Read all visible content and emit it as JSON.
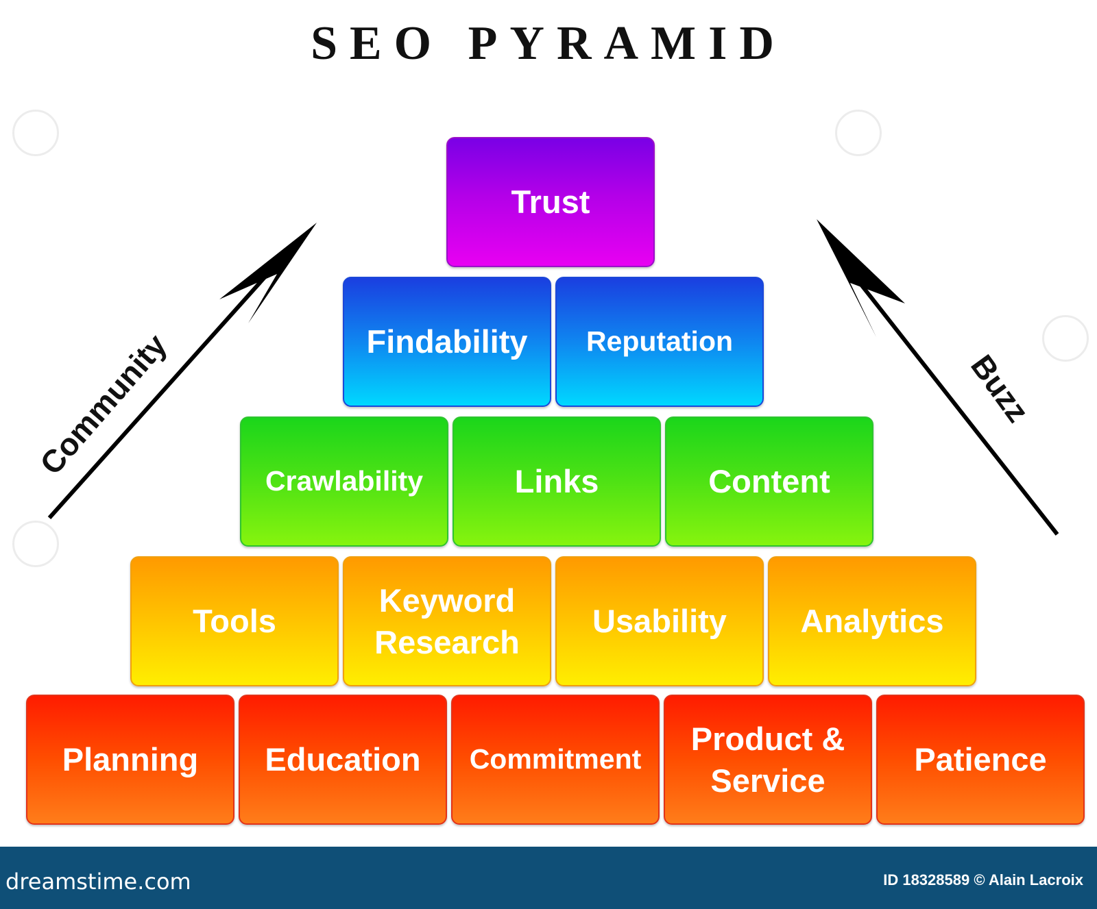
{
  "title": "SEO PYRAMID",
  "levels": [
    {
      "blocks": [
        "Trust"
      ]
    },
    {
      "blocks": [
        "Findability",
        "Reputation"
      ]
    },
    {
      "blocks": [
        "Crawlability",
        "Links",
        "Content"
      ]
    },
    {
      "blocks": [
        "Tools",
        "Keyword\nResearch",
        "Usability",
        "Analytics"
      ]
    },
    {
      "blocks": [
        "Planning",
        "Education",
        "Commitment",
        "Product &\nService",
        "Patience"
      ]
    }
  ],
  "arrows": {
    "left_label": "Community",
    "right_label": "Buzz"
  },
  "footer": {
    "site": "dreamstime.com",
    "credit": "ID 18328589 © Alain Lacroix"
  },
  "colors": {
    "level1": "#b300e8",
    "level2": "#0f86f0",
    "level3": "#4fe214",
    "level4": "#ffc400",
    "level5": "#ff4e00",
    "footer": "#0f4f77"
  }
}
